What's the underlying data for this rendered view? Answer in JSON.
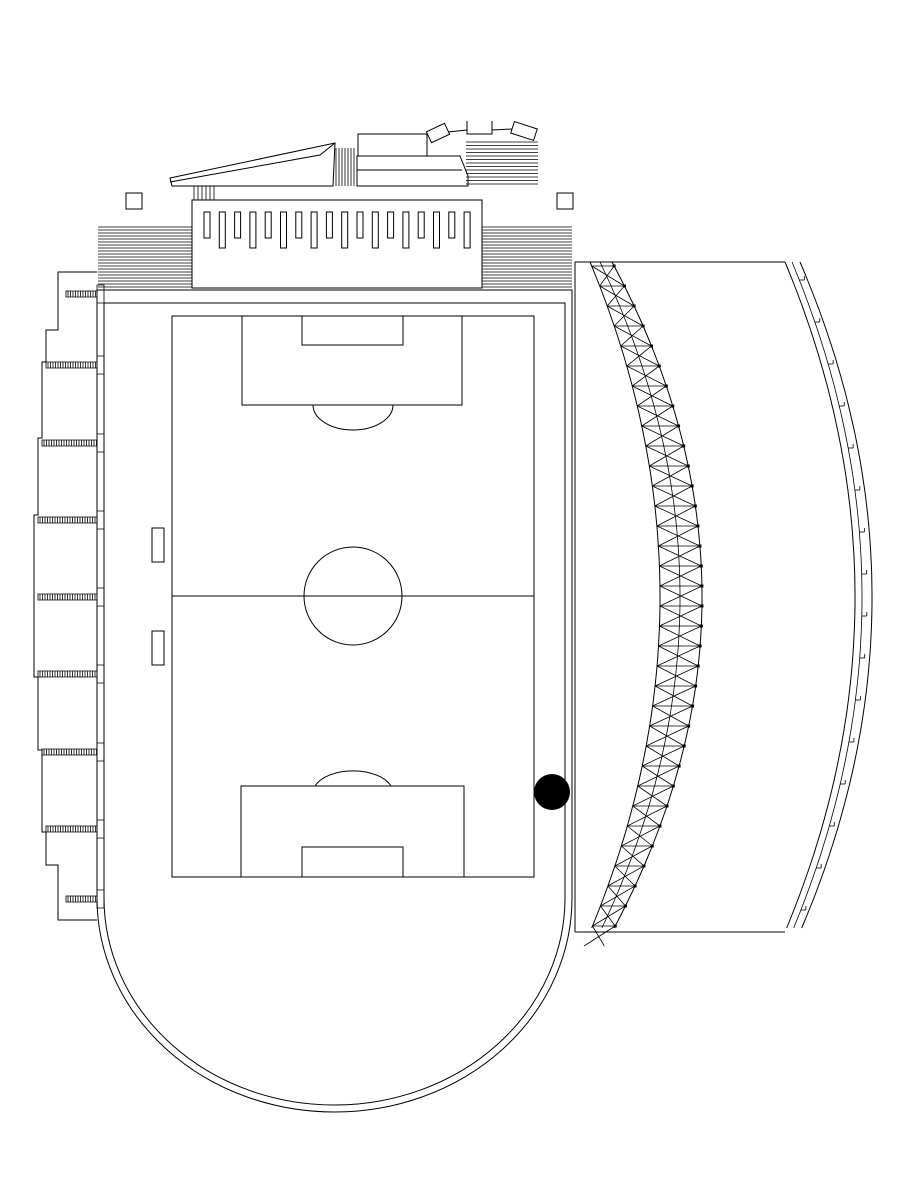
{
  "colors": {
    "stroke": "#000000",
    "background": "#ffffff",
    "marker": "#000000"
  },
  "diagram": {
    "subject": "stadium-site-plan",
    "elements": [
      "pitch",
      "running-track-curve",
      "main-stand",
      "top-buildings",
      "west-stand",
      "east-truss-stand",
      "player-benches",
      "location-marker"
    ]
  }
}
